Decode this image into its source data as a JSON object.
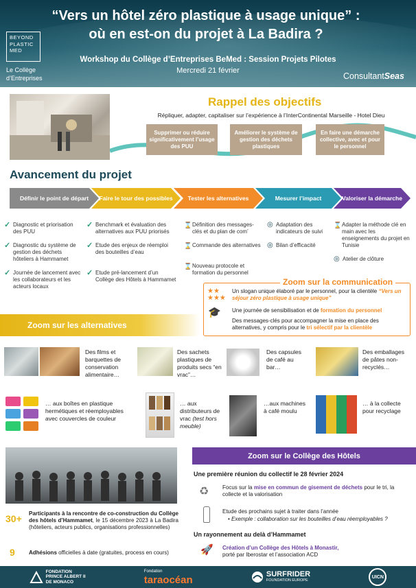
{
  "header": {
    "title_line1": "“Vers un hôtel zéro plastique à usage unique” :",
    "title_line2": "où en est-on du projet à La Badira ?",
    "logo_lines": [
      "BEYOND",
      "PLASTIC",
      "MED"
    ],
    "college_line1": "Le Collège",
    "college_line2": "d’Entreprises",
    "subtitle": "Workshop du Collège d’Entreprises BeMed : Session Projets Pilotes",
    "date": "Mercredi 21 février",
    "consultant_a": "Consultant",
    "consultant_b": "Seas"
  },
  "rappel": {
    "title": "Rappel des objectifs",
    "text": "Répliquer, adapter, capitaliser sur l’expérience à l’InterContinental Marseille - Hotel Dieu",
    "boxes": [
      "Supprimer ou réduire significativement l’usage des PUU",
      "Améliorer le système de gestion des déchets plastiques",
      "En faire une démarche collective, avec et pour le personnel"
    ]
  },
  "avancement": {
    "title": "Avancement du projet",
    "steps": [
      {
        "label": "Définir le point de départ",
        "color": "#8a8a8a"
      },
      {
        "label": "Faire le tour des possibles",
        "color": "#e9b91e"
      },
      {
        "label": "Tester les alternatives",
        "color": "#f28c28"
      },
      {
        "label": "Mesurer l’impact",
        "color": "#2a9bb3"
      },
      {
        "label": "Valoriser la démarche",
        "color": "#6a3f9e"
      }
    ],
    "col1": [
      "Diagnostic et priorisation des PUU",
      "Diagnostic du système de gestion des déchets hôteliers à Hammamet",
      "Journée de lancement avec les collaborateurs et les acteurs locaux"
    ],
    "col2": [
      "Benchmark et évaluation des alternatives aux PUU priorisés",
      "Etude des enjeux de réemploi des bouteilles d’eau",
      "Etude pré-lancement d’un Collège des Hôtels à Hammamet"
    ],
    "col3": [
      "Définition des messages-clés et du plan de com’",
      "Commande des alternatives",
      "Nouveau protocole et formation du personnel"
    ],
    "col4": [
      "Adaptation des indicateurs de suivi",
      "Bilan d’efficacité"
    ],
    "col5": [
      "Adapter la méthode clé en main avec les enseignements du projet en Tunisie",
      "Atelier de clôture"
    ]
  },
  "communication": {
    "title": "Zoom sur la communication",
    "line1_a": "Un slogan unique élaboré par le personnel, pour la clientèle",
    "line1_b": "“Vers un séjour zéro plastique à usage unique”",
    "line2_a": "Une journée de sensibilisation  et de",
    "line2_b": "formation du personnel",
    "line3_a": "Des messages-clés pour accompagner la mise en place des alternatives, y compris pour le",
    "line3_b": "tri sélectif par la clientèle"
  },
  "alternatives": {
    "title": "Zoom sur les alternatives",
    "items": [
      {
        "before": "Des films et barquettes de conservation alimentaire…",
        "after": "… aux boîtes en plastique hermétiques et réemployables avec couvercles de couleur"
      },
      {
        "before": "Des sachets plastiques de produits secs “en vrac”…",
        "after_a": "… aux distributeurs de vrac",
        "after_b": "(test hors meuble)"
      },
      {
        "before": "Des capsules de café au bar…",
        "after": "…aux machines à café moulu"
      },
      {
        "before": "Des emballages de pâtes non-recyclés…",
        "after": "… à la collecte pour recyclage"
      }
    ]
  },
  "college_hotels": {
    "title": "Zoom sur le Collège des Hôtels",
    "heading1": "Une première réunion du collectif le 28 février 2024",
    "p1_a": "Focus sur la",
    "p1_b": "mise en commun de gisement de déchets",
    "p1_c": "pour le tri, la collecte et la valorisation",
    "p2": "Etude des prochains sujet à traiter dans l’année",
    "p2_bullet": "Exemple : collaboration sur les bouteilles d’eau réemployables ?",
    "heading2": "Un rayonnement au delà d’Hammamet",
    "p3_a": "Création d’un Collège des Hôtels à Monastir,",
    "p3_b": "porté par Iberostar et l’association ACD"
  },
  "stats": [
    {
      "number": "30+",
      "bold": "Participants à la rencontre de co-construction du Collège des hôtels d’Hammamet",
      "rest": ", le 15 décembre 2023 à La Badira (hôteliers, acteurs publics, organisations professionnelles)"
    },
    {
      "number": "9",
      "bold": "Adhésions",
      "rest": " officielles à date (gratuites, process en cours)"
    }
  ],
  "footer": {
    "logo1": [
      "FONDATION",
      "PRINCE ALBERT II",
      "DE MONACO"
    ],
    "logo2_a": "Fondation",
    "logo2_b": "taraocéan",
    "logo3_a": "SURFRIDER",
    "logo3_b": "FOUNDATION EUROPE",
    "logo4": "UICN"
  },
  "colors": {
    "teal": "#1d4a59",
    "yellow": "#e5b516",
    "orange": "#f28c28",
    "purple": "#6a3f9e",
    "green": "#2e9e7f"
  }
}
